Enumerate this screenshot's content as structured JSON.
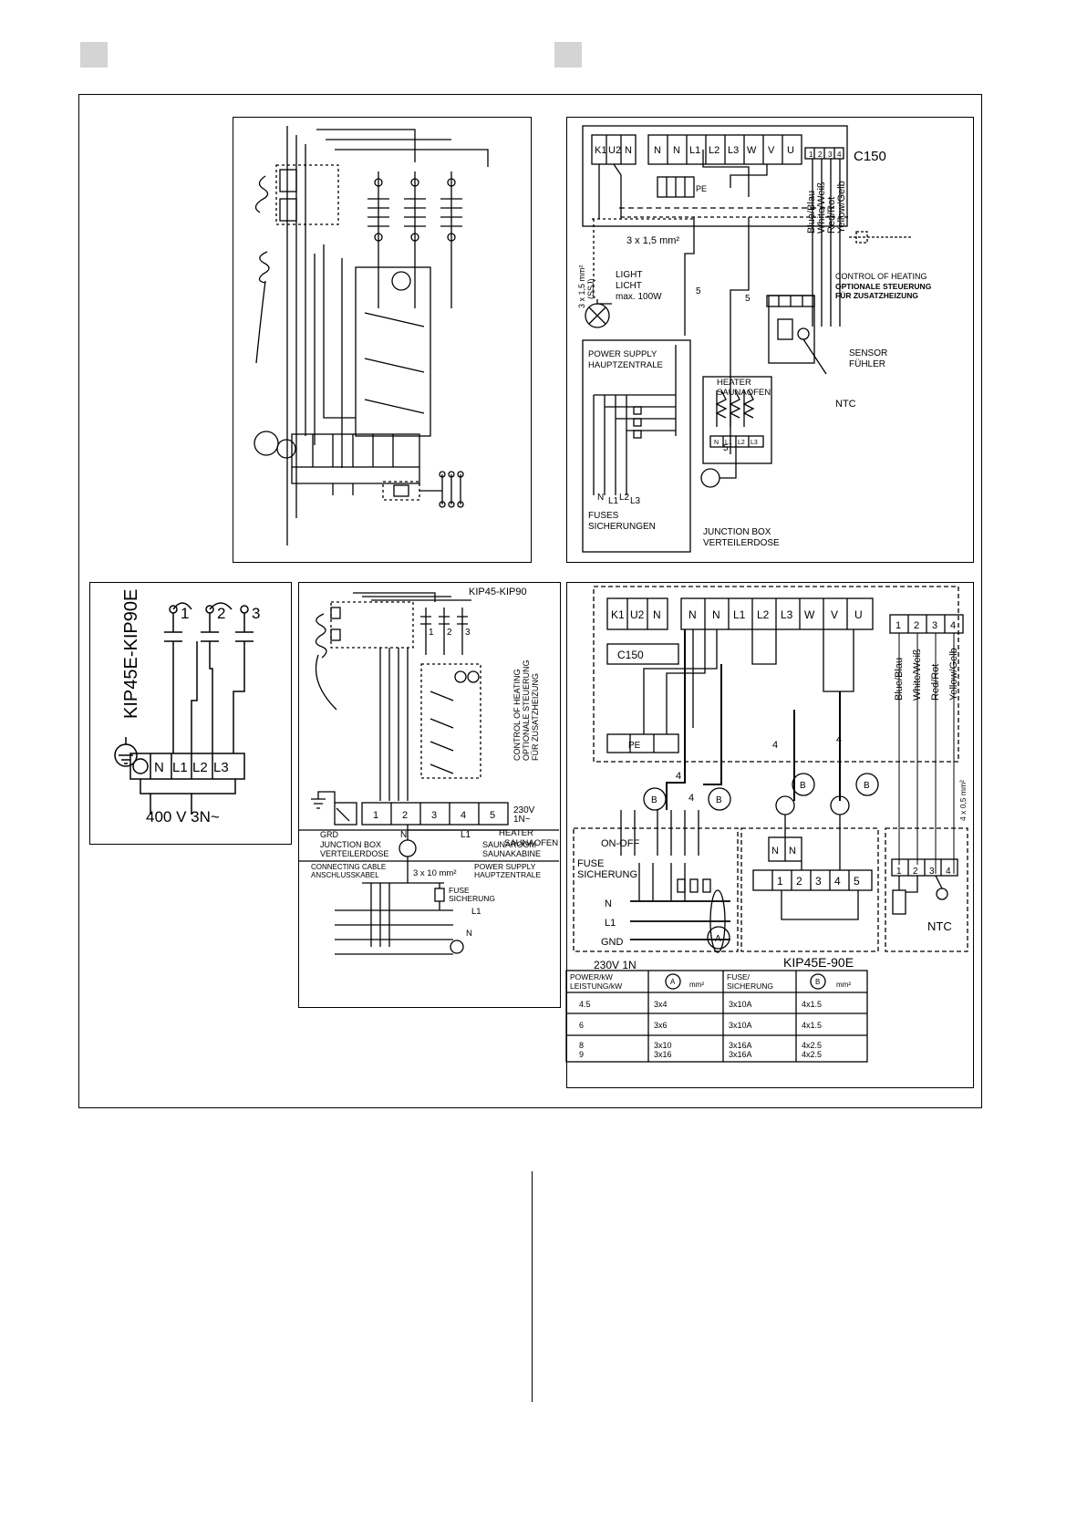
{
  "colors": {
    "marker": "#d4d4d4",
    "ink": "#000000",
    "paper": "#ffffff"
  },
  "c150_panel": {
    "terminals_k": [
      "K1",
      "U2",
      "N"
    ],
    "terminals_main": [
      "N",
      "N",
      "L1",
      "L2",
      "L3",
      "W",
      "V",
      "U"
    ],
    "sensor_terminals": [
      "1",
      "2",
      "3",
      "4"
    ],
    "model": "C150",
    "wire_colors": [
      "Blue/Blau",
      "White/Weiß",
      "Red/Rot",
      "Yellow/Gelb"
    ],
    "pe": "PE",
    "cable_main": "3 x 1,5 mm²",
    "cable_light": "3 x 1,5 mm²",
    "cable_light_type": "(SSJ)",
    "light": [
      "LIGHT",
      "LICHT",
      "max. 100W"
    ],
    "wire_count": "5",
    "control_of_heating": [
      "CONTROL OF HEATING",
      "OPTIONALE STEUERUNG",
      "FÜR ZUSATZHEIZUNG"
    ],
    "sensor": [
      "SENSOR",
      "FÜHLER"
    ],
    "ntc": "NTC",
    "power_supply": [
      "POWER SUPPLY",
      "HAUPTZENTRALE"
    ],
    "heater": [
      "HEATER",
      "SAUNAOFEN"
    ],
    "supply_labels": [
      "N",
      "L1",
      "L2",
      "L3"
    ],
    "heater_terminals": [
      "N",
      "L1",
      "L2",
      "L3"
    ],
    "fuses": [
      "FUSES",
      "SICHERUNGEN"
    ],
    "junction_box": [
      "JUNCTION BOX",
      "VERTEILERDOSE"
    ]
  },
  "kip90e": {
    "title": "KIP45E-KIP90E",
    "contacts": [
      "1",
      "2",
      "3"
    ],
    "terminals": [
      "N",
      "L1",
      "L2",
      "L3"
    ],
    "supply": "400 V 3N~"
  },
  "kip45_90": {
    "title": "KIP45-KIP90",
    "contacts": [
      "1",
      "2",
      "3"
    ],
    "control_of_heating": [
      "CONTROL OF HEATING",
      "OPTIONALE STEUERUNG",
      "FÜR ZUSATZHEIZUNG"
    ],
    "terminals": [
      "1",
      "2",
      "3",
      "4",
      "5"
    ],
    "supply_voltage": [
      "230V",
      "1N~"
    ],
    "grd": "GRD",
    "n": "N",
    "l1": "L1",
    "heater": [
      "HEATER",
      "SAUNAOFEN"
    ],
    "junction_box": [
      "JUNCTION BOX",
      "VERTEILERDOSE"
    ],
    "saunaroom": [
      "SAUNAROOM",
      "SAUNAKABINE"
    ],
    "connecting_cable": [
      "CONNECTING CABLE",
      "ANSCHLUSSKABEL"
    ],
    "cable_size": "3 x 10 mm²",
    "power_supply": [
      "POWER SUPPLY",
      "HAUPTZENTRALE"
    ],
    "fuse": [
      "FUSE",
      "SICHERUNG"
    ],
    "line_l1": "L1",
    "line_n": "N"
  },
  "kip45e_90e": {
    "terminals_k": [
      "K1",
      "U2",
      "N"
    ],
    "terminals_main": [
      "N",
      "N",
      "L1",
      "L2",
      "L3",
      "W",
      "V",
      "U"
    ],
    "sensor_terminals": [
      "1",
      "2",
      "3",
      "4"
    ],
    "model": "C150",
    "wire_colors": [
      "Blue/Blau",
      "White/Weiß",
      "Red/Rot",
      "Yellow/Gelb"
    ],
    "sensor_cable": "4 x 0,5 mm²",
    "pe": "PE",
    "wire_count": "4",
    "marker_b": "B",
    "marker_a": "A",
    "on_off": "ON-OFF",
    "fuse": [
      "FUSE",
      "SICHERUNG"
    ],
    "lines": [
      "N",
      "L1",
      "GND"
    ],
    "supply": "230V 1N",
    "heater_n": [
      "N",
      "N"
    ],
    "heater_terminals": [
      "1",
      "2",
      "3",
      "4",
      "5"
    ],
    "heater_name": "KIP45E-90E",
    "ntc": "NTC"
  },
  "table": {
    "headers": [
      [
        "POWER/kW",
        "LEISTUNG/kW"
      ],
      [
        "A",
        "mm²"
      ],
      [
        "FUSE/",
        "SICHERUNG"
      ],
      [
        "B",
        "mm²"
      ]
    ],
    "rows": [
      [
        "4.5",
        "3x4",
        "3x10A",
        "4x1.5"
      ],
      [
        "6",
        "3x6",
        "3x10A",
        "4x1.5"
      ],
      [
        "8",
        "3x10",
        "3x16A",
        "4x2.5"
      ],
      [
        "9",
        "3x16",
        "3x16A",
        "4x2.5"
      ]
    ]
  }
}
